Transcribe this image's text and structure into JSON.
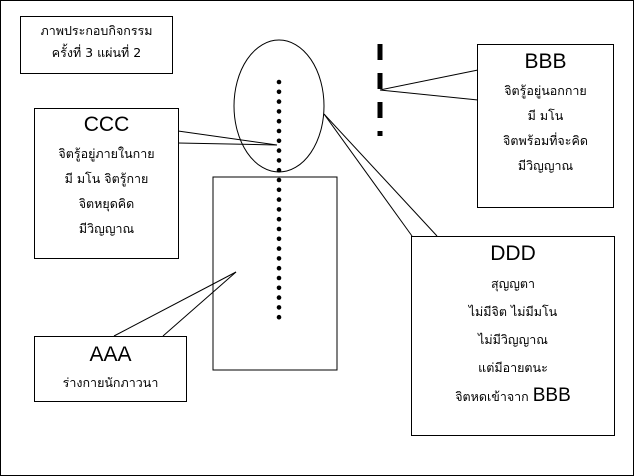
{
  "title_box": {
    "lines": [
      "ภาพประกอบกิจกรรม",
      "ครั้งที่ 3 แผ่นที่ 2"
    ]
  },
  "ccc": {
    "label": "CCC",
    "lines": [
      "จิตรู้อยู่ภายในกาย",
      "มี มโน จิตรู้กาย",
      "จิตหยุดคิด",
      "มีวิญญาณ"
    ]
  },
  "bbb": {
    "label": "BBB",
    "lines": [
      "จิตรู้อยู่นอกกาย",
      "มี มโน",
      "จิตพร้อมที่จะคิด",
      "มีวิญญาณ"
    ]
  },
  "aaa": {
    "label": "AAA",
    "lines": [
      "ร่างกายนักภาวนา"
    ]
  },
  "ddd": {
    "label": "DDD",
    "lines": [
      "สุญญตา",
      "ไม่มีจิต ไม่มีมโน",
      "ไม่มีวิญญาณ",
      "แต่มีอายตนะ"
    ],
    "last_line_prefix": "จิตหดเข้าจาก",
    "last_line_suffix": "BBB"
  },
  "colors": {
    "line": "#000000",
    "background": "#ffffff"
  }
}
